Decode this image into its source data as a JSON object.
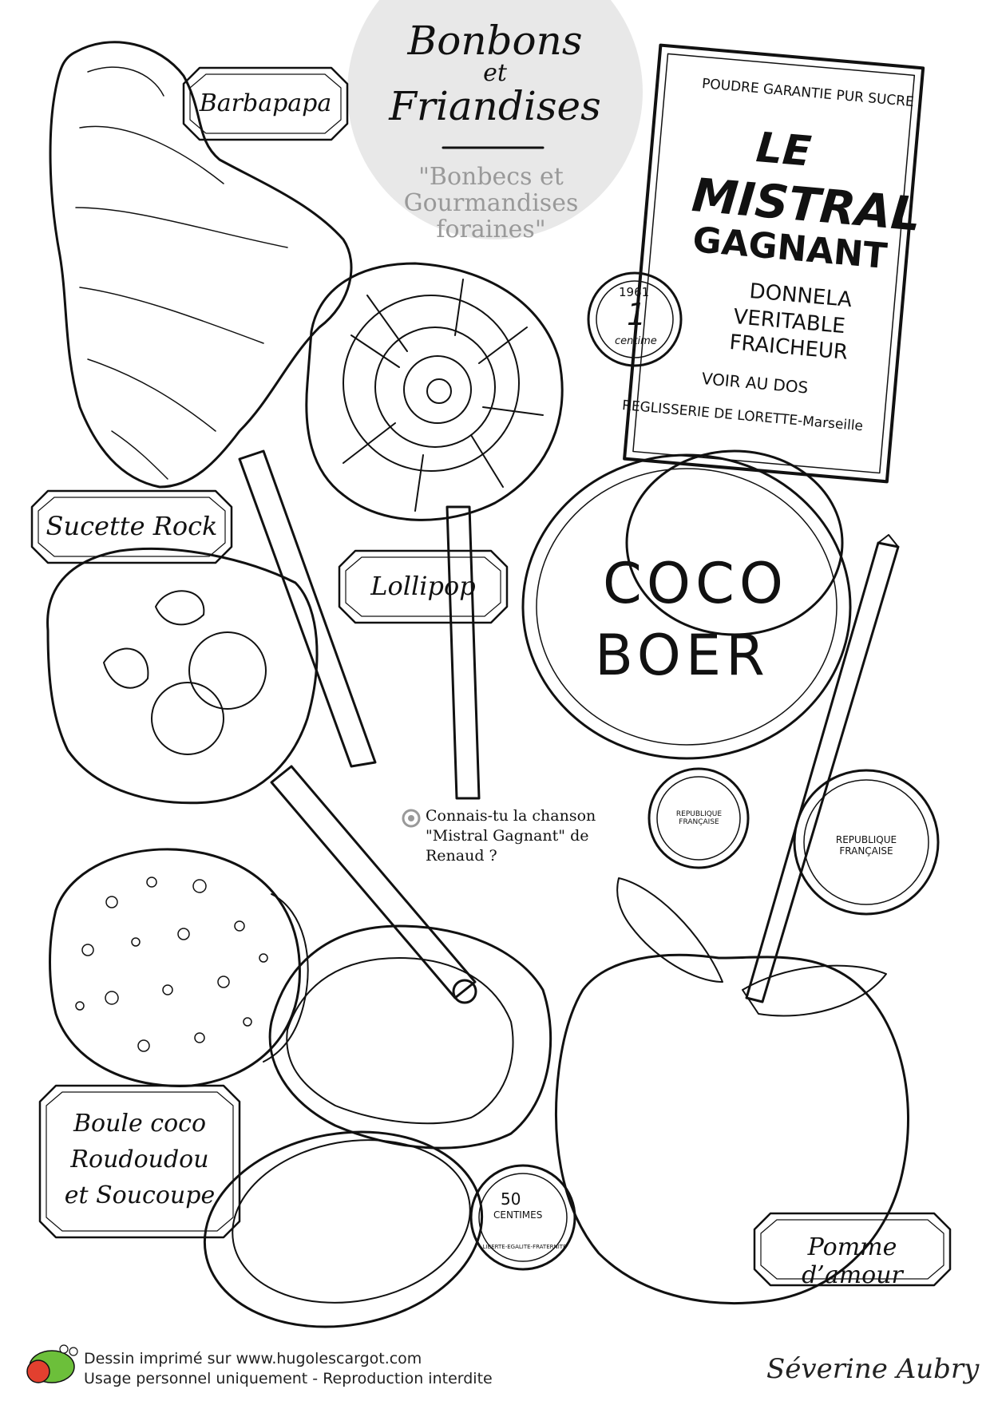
{
  "title": {
    "line1": "Bonbons",
    "line2": "et",
    "line3": "Friandises",
    "subtitle": "\"Bonbecs et Gourmandises foraines\""
  },
  "labels": {
    "barbapapa": "Barbapapa",
    "sucette_rock": "Sucette Rock",
    "lollipop": "Lollipop",
    "boule_line1": "Boule coco",
    "boule_line2": "Roudoudou",
    "boule_line3": "et Soucoupe",
    "pomme": "Pomme d’amour"
  },
  "mistral_packet": {
    "top": "POUDRE GARANTIE PUR SUCRE",
    "brand1": "LE",
    "brand2": "MISTRAL",
    "brand3": "GAGNANT",
    "line1": "DONNELA",
    "line2": "VERITABLE",
    "line3": "FRAICHEUR",
    "voir": "VOIR AU DOS",
    "maker": "REGLISSERIE DE LORETTE-Marseille"
  },
  "coins": {
    "coin1_year": "1961",
    "coin1_value": "1",
    "coin1_unit": "centime",
    "coin2": "REPUBLIQUE FRANÇAISE",
    "coin3": "REPUBLIQUE FRANÇAISE",
    "coin4_value": "50",
    "coin4_unit": "CENTIMES",
    "coin4_motto": "LIBERTE-EGALITE-FRATERNITE"
  },
  "coco_boer": {
    "line1": "COCO",
    "line2": "BOER"
  },
  "note": "Connais-tu la chanson \"Mistral Gagnant\" de Renaud ?",
  "footer": {
    "line1": "Dessin imprimé sur www.hugolescargot.com",
    "line2": "Usage personnel uniquement - Reproduction interdite"
  },
  "signature": "Séverine Aubry"
}
